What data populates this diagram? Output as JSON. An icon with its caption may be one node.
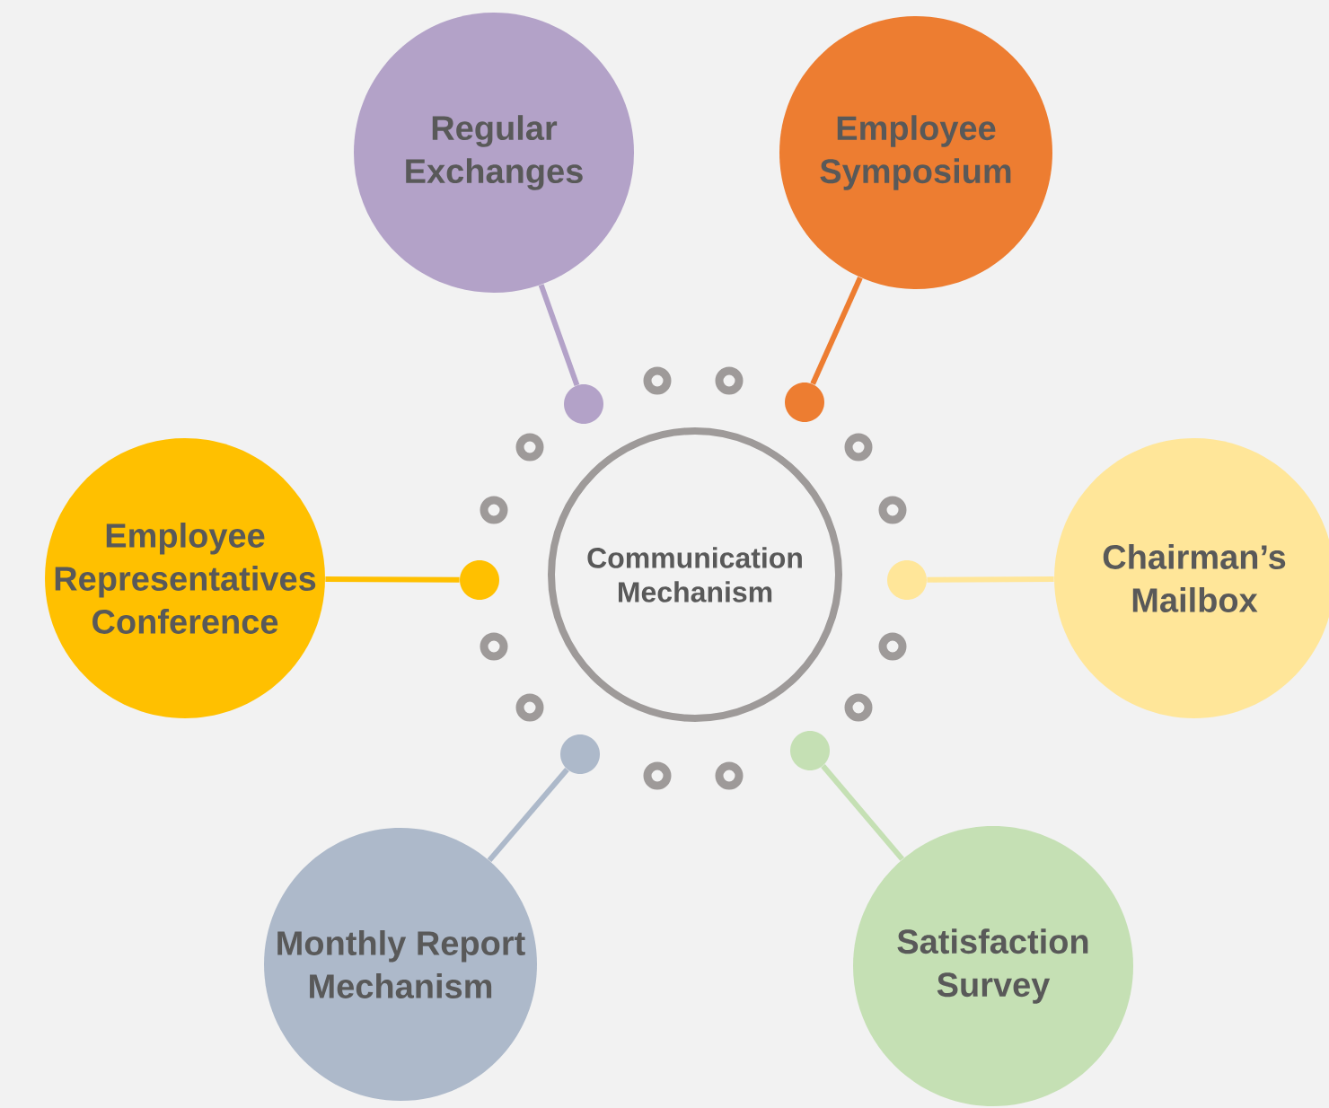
{
  "diagram": {
    "nodes": [
      {
        "text": [
          "Communication Mechanism"
        ]
      },
      {
        "text": [
          "Regular Exchanges"
        ]
      },
      {
        "text": [
          "Employee Symposium"
        ]
      },
      {
        "text": [
          "Employee Representatives Conference"
        ]
      },
      {
        "text": [
          "Chairman’s Mailbox"
        ]
      },
      {
        "text": [
          "Monthly Report Mechanism"
        ]
      },
      {
        "text": [
          "Satisfaction Survey"
        ]
      },
      {
        "text": [],
        "shape": "circle"
      },
      {
        "text": [],
        "shape": "circle"
      },
      {
        "text": [],
        "shape": "circle"
      },
      {
        "text": [],
        "shape": "circle"
      },
      {
        "text": [],
        "shape": "circle"
      },
      {
        "text": [],
        "shape": "circle"
      }
    ],
    "edges": [
      {
        "from": 1,
        "to": 7,
        "arrow": "none",
        "color": "#b3a2c8"
      },
      {
        "from": 2,
        "to": 8,
        "arrow": "none",
        "color": "#ed7d31"
      },
      {
        "from": 3,
        "to": 9,
        "arrow": "none",
        "color": "#ffc000"
      },
      {
        "from": 4,
        "to": 10,
        "arrow": "none",
        "color": "#ffe699"
      },
      {
        "from": 5,
        "to": 11,
        "arrow": "none",
        "color": "#adb9ca"
      },
      {
        "from": 6,
        "to": 12,
        "arrow": "none",
        "color": "#c5e0b4"
      }
    ]
  }
}
